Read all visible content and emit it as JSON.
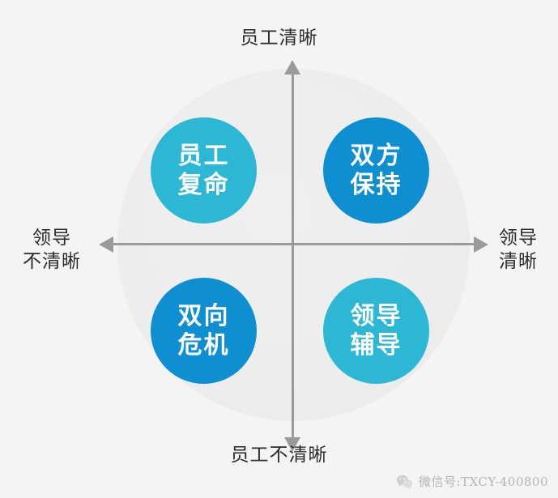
{
  "diagram": {
    "type": "2x2-quadrant-matrix",
    "background_color": "#f4f4f4",
    "axes": {
      "vertical": {
        "top_label": "员工清晰",
        "bottom_label": "员工不清晰",
        "color": "#9a9a9a"
      },
      "horizontal": {
        "left_label_line1": "领导",
        "left_label_line2": "不清晰",
        "right_label_line1": "领导",
        "right_label_line2": "清晰",
        "color": "#9a9a9a"
      }
    },
    "quadrants": [
      {
        "position": "top-left",
        "line1": "员工",
        "line2": "复命",
        "color": "#2cb8d4"
      },
      {
        "position": "top-right",
        "line1": "双方",
        "line2": "保持",
        "color": "#0e8fd2"
      },
      {
        "position": "bottom-left",
        "line1": "双向",
        "line2": "危机",
        "color": "#0e8fd2"
      },
      {
        "position": "bottom-right",
        "line1": "领导",
        "line2": "辅导",
        "color": "#2cb8d4"
      }
    ],
    "backdrop_disc_color": "#ededed"
  },
  "watermark": {
    "icon": "wechat-icon",
    "text": "微信号:TXCY-400800",
    "color": "#b4b4b4"
  }
}
